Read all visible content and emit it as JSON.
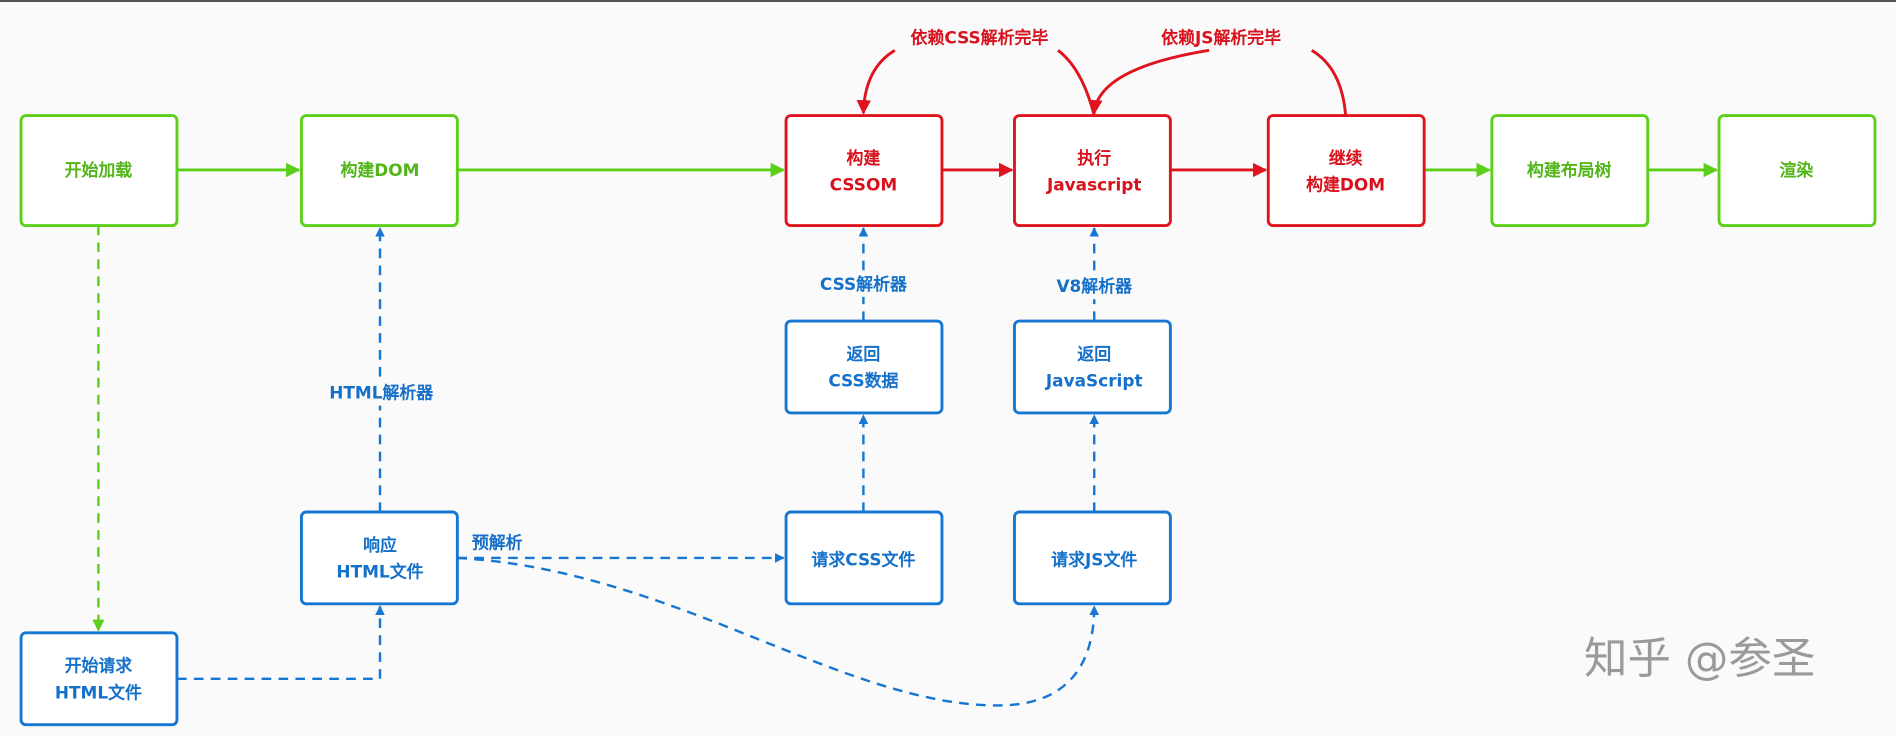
{
  "colors": {
    "green": "#5ccf1a",
    "red": "#e0141e",
    "blue": "#1677d2"
  },
  "nodes": {
    "start_load": [
      "开始加载"
    ],
    "build_dom": [
      "构建DOM"
    ],
    "build_cssom": [
      "构建",
      "CSSOM"
    ],
    "exec_js": [
      "执行",
      "Javascript"
    ],
    "continue_dom": [
      "继续",
      "构建DOM"
    ],
    "build_layout": [
      "构建布局树"
    ],
    "render": [
      "渲染"
    ],
    "return_css": [
      "返回",
      "CSS数据"
    ],
    "return_js": [
      "返回",
      "JavaScript"
    ],
    "request_css": [
      "请求CSS文件"
    ],
    "request_js": [
      "请求JS文件"
    ],
    "response_html": [
      "响应",
      "HTML文件"
    ],
    "request_html": [
      "开始请求",
      "HTML文件"
    ]
  },
  "edge_labels": {
    "css_parser": "CSS解析器",
    "v8_parser": "V8解析器",
    "html_parser": "HTML解析器",
    "preparse": "预解析",
    "depends_css": "依赖CSS解析完毕",
    "depends_js": "依赖JS解析完毕"
  },
  "watermark": "知乎 @参圣"
}
